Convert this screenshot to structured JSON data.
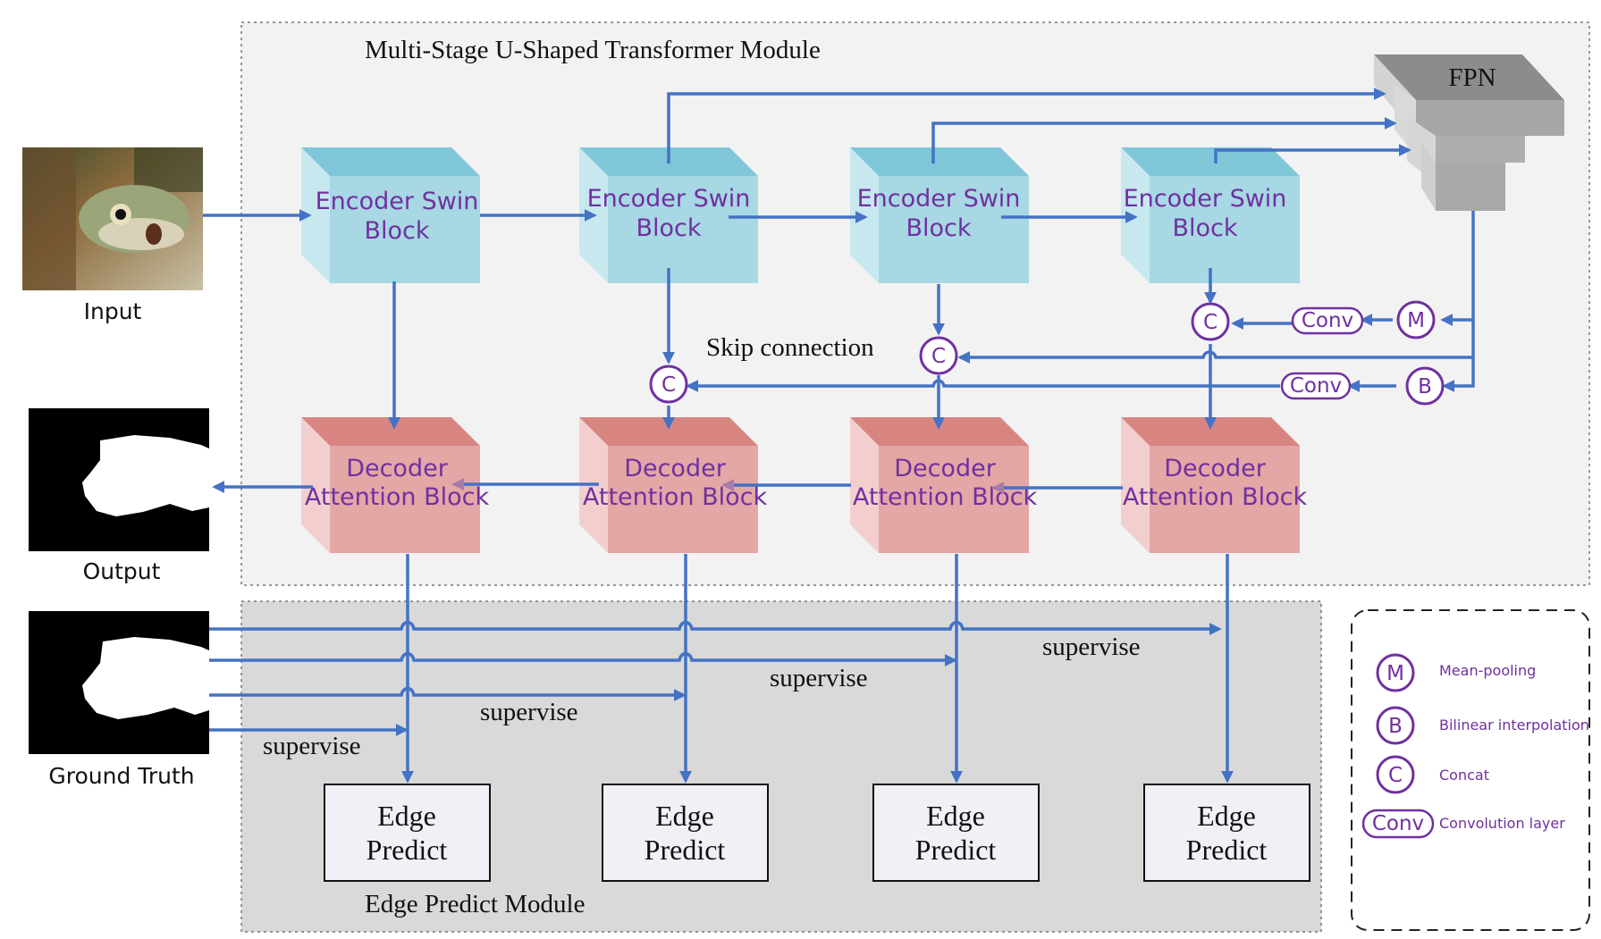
{
  "modules": {
    "transformer_title": "Multi-Stage U-Shaped Transformer Module",
    "edge_title": "Edge Predict Module"
  },
  "fpn_label": "FPN",
  "skip_label": "Skip connection",
  "supervise_label": "supervise",
  "io": {
    "input": "Input",
    "output": "Output",
    "ground_truth": "Ground Truth"
  },
  "encoder_blocks": [
    {
      "line1": "Encoder Swin",
      "line2": "Block"
    },
    {
      "line1": "Encoder Swin",
      "line2": "Block"
    },
    {
      "line1": "Encoder Swin",
      "line2": "Block"
    },
    {
      "line1": "Encoder Swin",
      "line2": "Block"
    }
  ],
  "decoder_blocks": [
    {
      "line1": "Decoder",
      "line2": "Attention Block"
    },
    {
      "line1": "Decoder",
      "line2": "Attention Block"
    },
    {
      "line1": "Decoder",
      "line2": "Attention Block"
    },
    {
      "line1": "Decoder",
      "line2": "Attention Block"
    }
  ],
  "edge_predict": [
    {
      "line1": "Edge",
      "line2": "Predict"
    },
    {
      "line1": "Edge",
      "line2": "Predict"
    },
    {
      "line1": "Edge",
      "line2": "Predict"
    },
    {
      "line1": "Edge",
      "line2": "Predict"
    }
  ],
  "symbols": {
    "concat": "C",
    "mean": "M",
    "bilinear": "B",
    "conv": "Conv"
  },
  "legend": [
    {
      "symbol": "M",
      "text": "Mean-pooling"
    },
    {
      "symbol": "B",
      "text": "Bilinear interpolation"
    },
    {
      "symbol": "C",
      "text": "Concat"
    },
    {
      "symbol": "Conv",
      "text": "Convolution layer"
    }
  ],
  "colors": {
    "arrow": "#4472C4",
    "symbol": "#7030A0",
    "encoder": "#A7D8E4",
    "decoder": "#E3A7A5",
    "transformer_bg": "#F2F2F2",
    "edge_bg": "#D9D9D9"
  }
}
